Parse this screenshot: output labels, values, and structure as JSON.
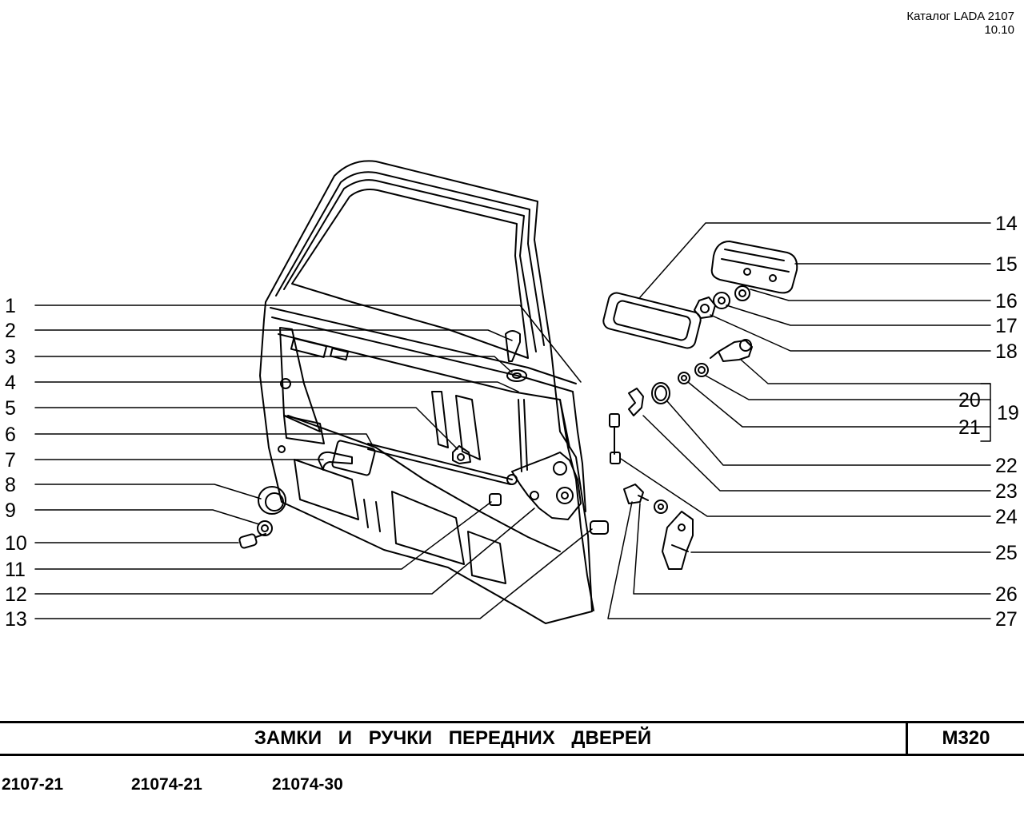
{
  "header": {
    "catalog": "Каталог LADA 2107",
    "revision": "10.10"
  },
  "callouts": {
    "left": [
      "1",
      "2",
      "3",
      "4",
      "5",
      "6",
      "7",
      "8",
      "9",
      "10",
      "11",
      "12",
      "13"
    ],
    "right": [
      "14",
      "15",
      "16",
      "17",
      "18",
      "20",
      "21",
      "22",
      "23",
      "24",
      "25",
      "26",
      "27"
    ],
    "group": "19"
  },
  "title_bar": {
    "title": "ЗАМКИ И РУЧКИ ПЕРЕДНИХ ДВЕРЕЙ",
    "page_code": "М320"
  },
  "models": [
    "2107-21",
    "21074-21",
    "21074-30"
  ]
}
